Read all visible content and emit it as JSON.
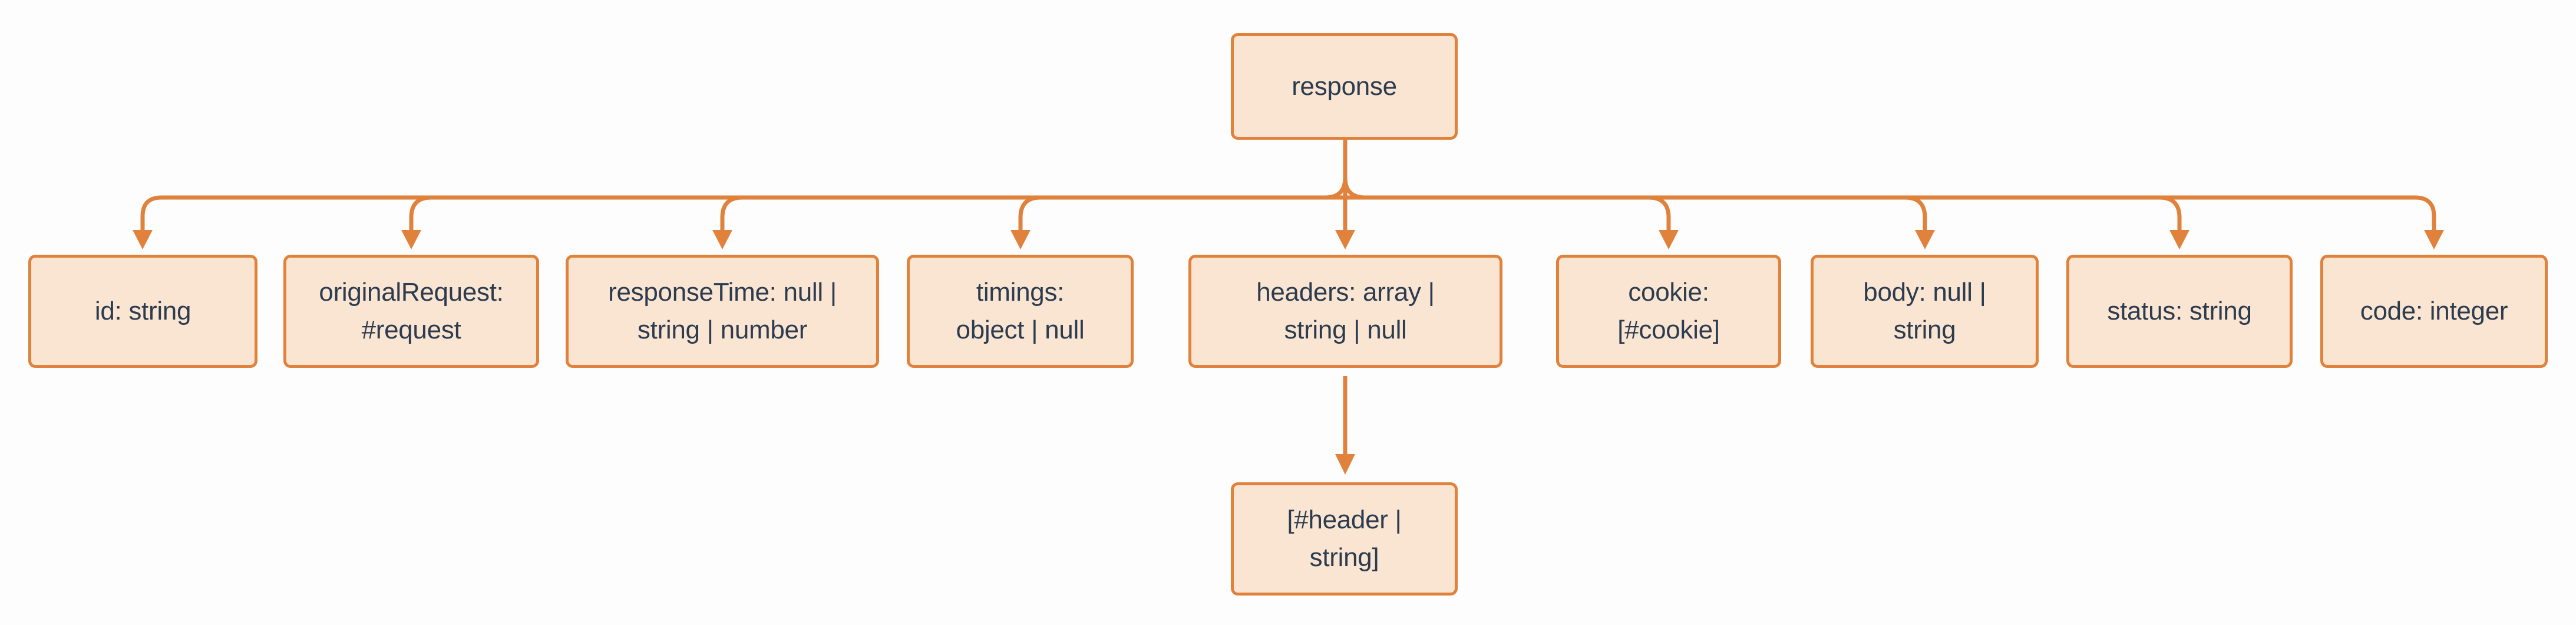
{
  "diagram": {
    "type": "schema-tree",
    "root": {
      "label": "response"
    },
    "children": [
      {
        "key": "id",
        "label": "id: string"
      },
      {
        "key": "originalRequest",
        "label": [
          "originalRequest:",
          "#request"
        ]
      },
      {
        "key": "responseTime",
        "label": [
          "responseTime: null |",
          "string | number"
        ]
      },
      {
        "key": "timings",
        "label": [
          "timings:",
          "object | null"
        ]
      },
      {
        "key": "headers",
        "label": [
          "headers: array |",
          "string | null"
        ]
      },
      {
        "key": "cookie",
        "label": [
          "cookie:",
          "[#cookie]"
        ]
      },
      {
        "key": "body",
        "label": [
          "body: null |",
          "string"
        ]
      },
      {
        "key": "status",
        "label": "status: string"
      },
      {
        "key": "code",
        "label": "code: integer"
      }
    ],
    "headers_child": {
      "label": [
        "[#header |",
        "string]"
      ]
    },
    "colors": {
      "node_fill": "#fae5d3",
      "node_border": "#e0823c",
      "connector": "#e0823c",
      "text": "#2c3c4e",
      "background": "#fdfdfd"
    }
  }
}
